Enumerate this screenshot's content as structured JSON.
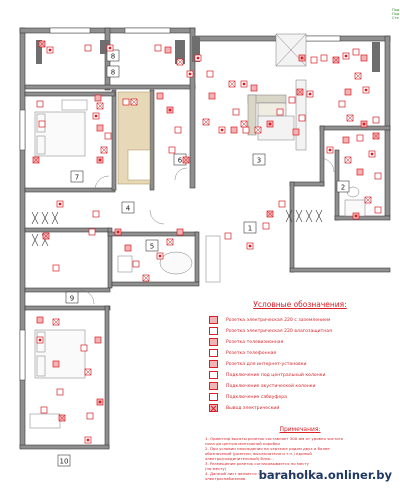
{
  "room_numbers": [
    "8",
    "8",
    "3",
    "6",
    "7",
    "4",
    "5",
    "1",
    "2",
    "9",
    "10"
  ],
  "legend": {
    "title": "Условные обозначения:",
    "items": [
      {
        "label": "Розетка электрическая 220 с заземлением",
        "icon": "socket-grounded-icon"
      },
      {
        "label": "Розетка электрическая 220 влагозащитная",
        "icon": "socket-waterproof-icon"
      },
      {
        "label": "Розетка телевизионная",
        "icon": "tv-socket-icon"
      },
      {
        "label": "Розетка телефонная",
        "icon": "phone-socket-icon"
      },
      {
        "label": "Розетка для интернет-установки",
        "icon": "internet-socket-icon"
      },
      {
        "label": "Подключение под центральный колонки",
        "icon": "center-speaker-icon"
      },
      {
        "label": "Подключение акустической колонки",
        "icon": "speaker-icon"
      },
      {
        "label": "Подключение сабвуфера",
        "icon": "subwoofer-icon"
      },
      {
        "label": "Вывод электрический",
        "icon": "electric-outlet-icon"
      }
    ]
  },
  "notes": {
    "title": "Примечания:",
    "items": [
      "1. Ориентир высоты розеток составляет 300 мм от уровня чистого",
      "пола до центра монтажной коробки",
      "2. При условии нахождения на чертеже рядом двух и более",
      "обозначений (розетки, выключатели и т.п.) единый",
      "электро(соединительный) блок...",
      "3. Размещение розеток согласовывается по месту",
      "(по месту)",
      "4. Данный лист является заданием для инженеров по",
      "электроснабжению"
    ]
  },
  "side_note": "Под Под Сте",
  "watermark": "baraholka.onliner.by",
  "colors": {
    "wall": "#3a3a3a",
    "wall_fill": "#8f8f8f",
    "symbol": "#d81f26",
    "symbol_fill": "#f3b2b4",
    "furniture": "#7a7a7a",
    "wood": "#e7d9b8"
  }
}
